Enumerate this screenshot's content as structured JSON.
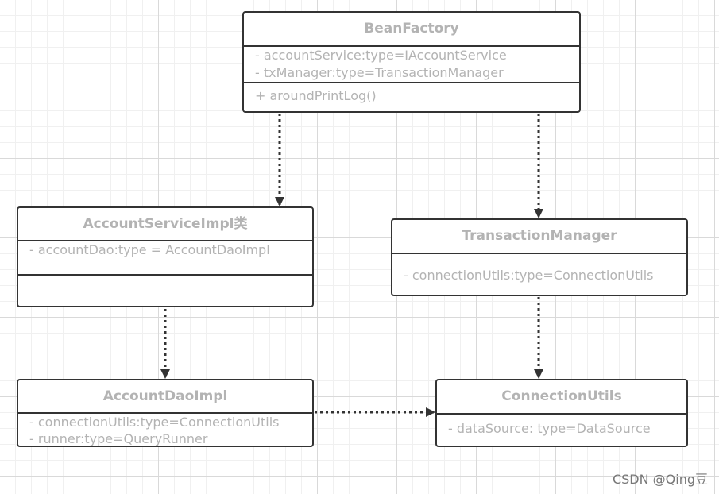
{
  "classes": {
    "bean_factory": {
      "name": "BeanFactory",
      "attributes": [
        "- accountService:type=IAccountService",
        "- txManager:type=TransactionManager"
      ],
      "methods": [
        "+ aroundPrintLog()"
      ]
    },
    "account_service_impl": {
      "name": "AccountServiceImpl类",
      "attributes": [
        "- accountDao:type = AccountDaoImpl"
      ],
      "methods": []
    },
    "transaction_manager": {
      "name": "TransactionManager",
      "attributes": [
        "- connectionUtils:type=ConnectionUtils"
      ]
    },
    "account_dao_impl": {
      "name": "AccountDaoImpl",
      "attributes": [
        "- connectionUtils:type=ConnectionUtils",
        "- runner:type=QueryRunner"
      ]
    },
    "connection_utils": {
      "name": "ConnectionUtils",
      "attributes": [
        "- dataSource: type=DataSource"
      ]
    }
  },
  "relations": [
    {
      "from": "BeanFactory",
      "to": "AccountServiceImpl类",
      "style": "dotted-arrow"
    },
    {
      "from": "BeanFactory",
      "to": "TransactionManager",
      "style": "dotted-arrow"
    },
    {
      "from": "AccountServiceImpl类",
      "to": "AccountDaoImpl",
      "style": "dotted-arrow"
    },
    {
      "from": "TransactionManager",
      "to": "ConnectionUtils",
      "style": "dotted-arrow"
    },
    {
      "from": "AccountDaoImpl",
      "to": "ConnectionUtils",
      "style": "dotted-arrow"
    }
  ],
  "colors": {
    "border": "#333333",
    "text": "#b3b3b3",
    "connector": "#333333",
    "watermark": "#777777"
  },
  "watermark": "CSDN @Qing豆"
}
